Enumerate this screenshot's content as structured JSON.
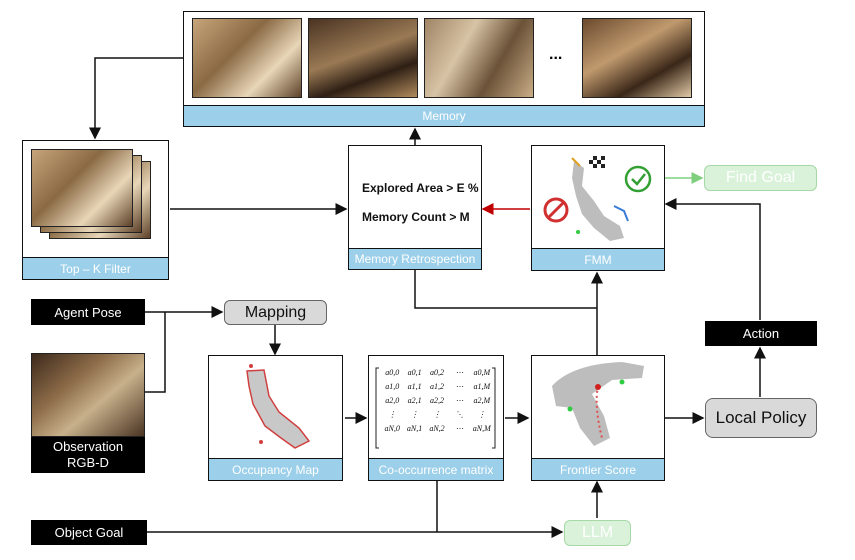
{
  "memory": {
    "caption": "Memory",
    "ellipsis": "..."
  },
  "topk": {
    "caption": "Top – K Filter"
  },
  "retrospection": {
    "caption": "Memory Retrospection",
    "line1": "Explored Area > E %",
    "line2": "Memory Count > M"
  },
  "fmm": {
    "caption": "FMM"
  },
  "find_goal": {
    "label": "Find Goal"
  },
  "agent_pose": {
    "label": "Agent Pose"
  },
  "mapping": {
    "label": "Mapping"
  },
  "observation": {
    "line1": "Observation",
    "line2": "RGB-D"
  },
  "occupancy": {
    "caption": "Occupancy Map"
  },
  "cooc": {
    "caption": "Co-occurrence matrix",
    "rows": [
      [
        "a0,0",
        "a0,1",
        "a0,2",
        "⋯",
        "a0,M"
      ],
      [
        "a1,0",
        "a1,1",
        "a1,2",
        "⋯",
        "a1,M"
      ],
      [
        "a2,0",
        "a2,1",
        "a2,2",
        "⋯",
        "a2,M"
      ],
      [
        "⋮",
        "⋮",
        "⋮",
        "⋱",
        "⋮"
      ],
      [
        "aN,0",
        "aN,1",
        "aN,2",
        "⋯",
        "aN,M"
      ]
    ]
  },
  "frontier": {
    "caption": "Frontier Score"
  },
  "action": {
    "label": "Action"
  },
  "local_policy": {
    "label": "Local Policy"
  },
  "object_goal": {
    "label": "Object Goal"
  },
  "llm": {
    "label": "LLM"
  },
  "colors": {
    "caption": "#9ccfe9",
    "red_arrow": "#c00000",
    "green_arrow": "#7fcf7f"
  }
}
